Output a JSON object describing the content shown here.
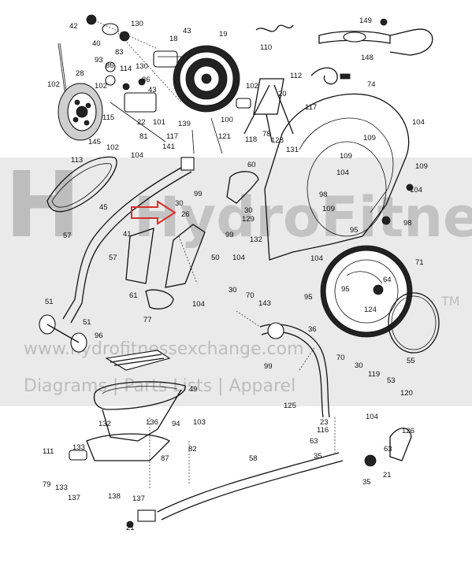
{
  "watermark": {
    "brand_line": "HydroFitness Exchange",
    "tm": "TM",
    "url_line": "www.hydrofitnessexchange.com",
    "tagline": "Diagrams | Parts Lists | Apparel"
  },
  "callouts": [
    {
      "id": "c42",
      "text": "42"
    },
    {
      "id": "c40",
      "text": "40"
    },
    {
      "id": "c130a",
      "text": "130"
    },
    {
      "id": "c130b",
      "text": "130"
    },
    {
      "id": "c83",
      "text": "83"
    },
    {
      "id": "c18",
      "text": "18"
    },
    {
      "id": "c43a",
      "text": "43"
    },
    {
      "id": "c19",
      "text": "19"
    },
    {
      "id": "c110",
      "text": "110"
    },
    {
      "id": "c149",
      "text": "149"
    },
    {
      "id": "c148",
      "text": "148"
    },
    {
      "id": "c102a",
      "text": "102"
    },
    {
      "id": "c28",
      "text": "28"
    },
    {
      "id": "c93",
      "text": "93"
    },
    {
      "id": "c86a",
      "text": "86"
    },
    {
      "id": "c114",
      "text": "114"
    },
    {
      "id": "c102b",
      "text": "102"
    },
    {
      "id": "c86b",
      "text": "86"
    },
    {
      "id": "c43b",
      "text": "43"
    },
    {
      "id": "c102c",
      "text": "102"
    },
    {
      "id": "c112",
      "text": "112"
    },
    {
      "id": "c74",
      "text": "74"
    },
    {
      "id": "c115",
      "text": "115"
    },
    {
      "id": "c22",
      "text": "22"
    },
    {
      "id": "c101",
      "text": "101"
    },
    {
      "id": "c100",
      "text": "100"
    },
    {
      "id": "c20",
      "text": "20"
    },
    {
      "id": "c117a",
      "text": "117"
    },
    {
      "id": "c145",
      "text": "145"
    },
    {
      "id": "c102d",
      "text": "102"
    },
    {
      "id": "c81",
      "text": "81"
    },
    {
      "id": "c139",
      "text": "139"
    },
    {
      "id": "c121",
      "text": "121"
    },
    {
      "id": "c118",
      "text": "118"
    },
    {
      "id": "c78",
      "text": "78"
    },
    {
      "id": "c128",
      "text": "128"
    },
    {
      "id": "c131",
      "text": "131"
    },
    {
      "id": "c104a",
      "text": "104"
    },
    {
      "id": "c109a",
      "text": "109"
    },
    {
      "id": "c117b",
      "text": "117"
    },
    {
      "id": "c141",
      "text": "141"
    },
    {
      "id": "c113",
      "text": "113"
    },
    {
      "id": "c104b",
      "text": "104"
    },
    {
      "id": "c60",
      "text": "60"
    },
    {
      "id": "c109b",
      "text": "109"
    },
    {
      "id": "c104c",
      "text": "104"
    },
    {
      "id": "c109c",
      "text": "109"
    },
    {
      "id": "c98a",
      "text": "98"
    },
    {
      "id": "c99a",
      "text": "99"
    },
    {
      "id": "c45",
      "text": "45"
    },
    {
      "id": "c30a",
      "text": "30"
    },
    {
      "id": "c26",
      "text": "26"
    },
    {
      "id": "c30b",
      "text": "30"
    },
    {
      "id": "c129",
      "text": "129"
    },
    {
      "id": "c109d",
      "text": "109"
    },
    {
      "id": "c104d",
      "text": "104"
    },
    {
      "id": "c98b",
      "text": "98"
    },
    {
      "id": "c99b",
      "text": "99"
    },
    {
      "id": "c132a",
      "text": "132"
    },
    {
      "id": "c95a",
      "text": "95"
    },
    {
      "id": "c57a",
      "text": "57"
    },
    {
      "id": "c41",
      "text": "41"
    },
    {
      "id": "c50",
      "text": "50"
    },
    {
      "id": "c104e",
      "text": "104"
    },
    {
      "id": "c104f",
      "text": "104"
    },
    {
      "id": "c57b",
      "text": "57"
    },
    {
      "id": "c71",
      "text": "71"
    },
    {
      "id": "c64",
      "text": "64"
    },
    {
      "id": "c95b",
      "text": "95"
    },
    {
      "id": "c61",
      "text": "61"
    },
    {
      "id": "c104g",
      "text": "104"
    },
    {
      "id": "c30c",
      "text": "30"
    },
    {
      "id": "c70a",
      "text": "70"
    },
    {
      "id": "c143",
      "text": "143"
    },
    {
      "id": "c95c",
      "text": "95"
    },
    {
      "id": "c124",
      "text": "124"
    },
    {
      "id": "c51a",
      "text": "51"
    },
    {
      "id": "c77",
      "text": "77"
    },
    {
      "id": "c51b",
      "text": "51"
    },
    {
      "id": "c96",
      "text": "96"
    },
    {
      "id": "c36",
      "text": "36"
    },
    {
      "id": "c99c",
      "text": "99"
    },
    {
      "id": "c55",
      "text": "55"
    },
    {
      "id": "c70b",
      "text": "70"
    },
    {
      "id": "c30d",
      "text": "30"
    },
    {
      "id": "c119",
      "text": "119"
    },
    {
      "id": "c53",
      "text": "53"
    },
    {
      "id": "c120",
      "text": "120"
    },
    {
      "id": "c49",
      "text": "49"
    },
    {
      "id": "c125",
      "text": "125"
    },
    {
      "id": "c104h",
      "text": "104"
    },
    {
      "id": "c132b",
      "text": "132"
    },
    {
      "id": "c136",
      "text": "136"
    },
    {
      "id": "c94",
      "text": "94"
    },
    {
      "id": "c103",
      "text": "103"
    },
    {
      "id": "c23",
      "text": "23"
    },
    {
      "id": "c116",
      "text": "116"
    },
    {
      "id": "c126",
      "text": "126"
    },
    {
      "id": "c63a",
      "text": "63"
    },
    {
      "id": "c63b",
      "text": "63"
    },
    {
      "id": "c111",
      "text": "111"
    },
    {
      "id": "c133a",
      "text": "133"
    },
    {
      "id": "c87",
      "text": "87"
    },
    {
      "id": "c82",
      "text": "82"
    },
    {
      "id": "c35a",
      "text": "35"
    },
    {
      "id": "c58",
      "text": "58"
    },
    {
      "id": "c21a",
      "text": "21"
    },
    {
      "id": "c79",
      "text": "79"
    },
    {
      "id": "c133b",
      "text": "133"
    },
    {
      "id": "c35b",
      "text": "35"
    },
    {
      "id": "c137a",
      "text": "137"
    },
    {
      "id": "c138",
      "text": "138"
    },
    {
      "id": "c137b",
      "text": "137"
    },
    {
      "id": "c21b",
      "text": "21"
    }
  ],
  "highlight": {
    "part": "26",
    "color": "#d9302c"
  }
}
